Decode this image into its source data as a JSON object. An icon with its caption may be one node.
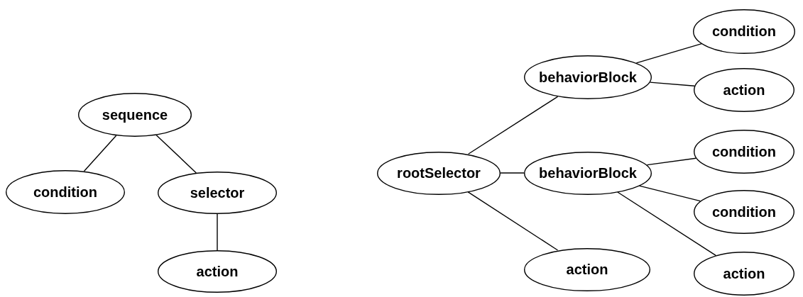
{
  "diagram": {
    "nodes": [
      {
        "text": [
          "sequence"
        ]
      },
      {
        "text": [
          "condition"
        ]
      },
      {
        "text": [
          "selector"
        ]
      },
      {
        "text": [
          "action"
        ]
      },
      {
        "text": [
          "rootSelector"
        ]
      },
      {
        "text": [
          "behaviorBlock"
        ]
      },
      {
        "text": [
          "condition"
        ]
      },
      {
        "text": [
          "action"
        ]
      },
      {
        "text": [
          "behaviorBlock"
        ]
      },
      {
        "text": [
          "condition"
        ]
      },
      {
        "text": [
          "condition"
        ]
      },
      {
        "text": [
          "action"
        ]
      },
      {
        "text": [
          "action"
        ]
      }
    ],
    "edges": [
      {
        "from": 0,
        "to": 1,
        "arrow": "none"
      },
      {
        "from": 0,
        "to": 2,
        "arrow": "none"
      },
      {
        "from": 2,
        "to": 3,
        "arrow": "none"
      },
      {
        "from": 4,
        "to": 5,
        "arrow": "none"
      },
      {
        "from": 4,
        "to": 8,
        "arrow": "none"
      },
      {
        "from": 4,
        "to": 11,
        "arrow": "none"
      },
      {
        "from": 5,
        "to": 6,
        "arrow": "none"
      },
      {
        "from": 5,
        "to": 7,
        "arrow": "none"
      },
      {
        "from": 8,
        "to": 9,
        "arrow": "none"
      },
      {
        "from": 8,
        "to": 10,
        "arrow": "none"
      },
      {
        "from": 8,
        "to": 12,
        "arrow": "none"
      }
    ]
  }
}
